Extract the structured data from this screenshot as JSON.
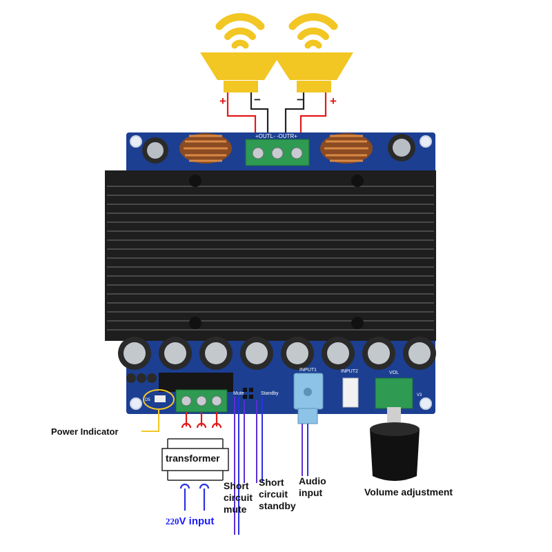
{
  "colors": {
    "board": "#1c3f92",
    "heatsink": "#1e1e1e",
    "speaker": "#f2c623",
    "wire_red": "#e21818",
    "wire_black": "#222222",
    "wire_purple": "#5b2dd6",
    "wire_blue": "#2a31e0",
    "highlight": "#f2c623",
    "terminal_green": "#2e9a52",
    "audio_jack": "#8cc3e6"
  },
  "speakers": {
    "left": {
      "plus": "+",
      "minus": "−"
    },
    "right": {
      "plus": "+",
      "minus": "−"
    }
  },
  "board": {
    "output_label": "+OUTL-  -OUTR+",
    "silk_mute": "Mute",
    "silk_standby": "Standby",
    "silk_input1": "INPUT1",
    "silk_input2": "INPUT2",
    "silk_vol": "VOL",
    "silk_v3": "V3",
    "silk_d5": "D5"
  },
  "labels": {
    "power_indicator": "Power Indicator",
    "transformer": "transformer",
    "input_220_num": "220",
    "input_220_text": "V input",
    "short_mute": [
      "Short",
      "circuit",
      "mute"
    ],
    "short_standby": [
      "Short",
      "circuit",
      "standby"
    ],
    "audio_input": [
      "Audio",
      "input"
    ],
    "volume": "Volume adjustment"
  },
  "icons": [
    "speaker-icon",
    "sound-wave-icon"
  ]
}
